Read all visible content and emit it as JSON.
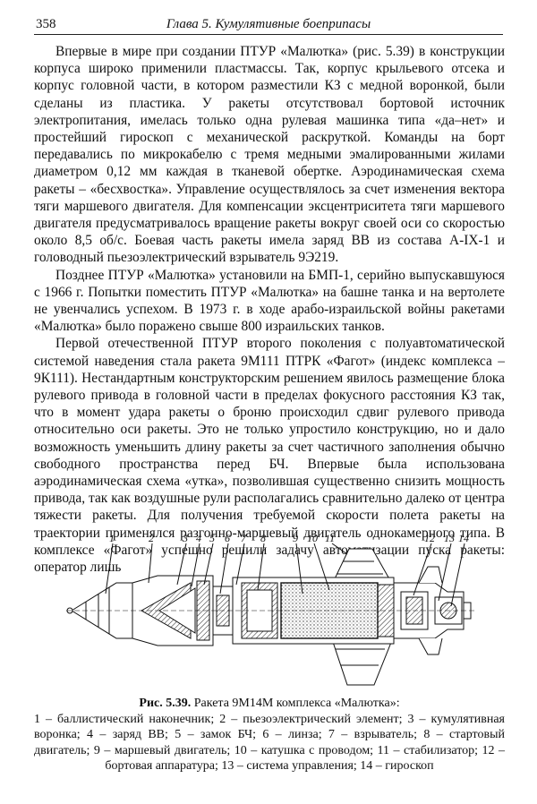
{
  "header": {
    "page_number": "358",
    "chapter": "Глава 5. Кумулятивные боеприпасы"
  },
  "paragraphs": [
    "Впервые в мире при создании ПТУР «Малютка» (рис. 5.39) в конструкции корпуса широко применили пластмассы. Так, корпус крыльевого отсека и корпус головной части, в котором разместили КЗ с медной воронкой, были сделаны из пластика. У ракеты отсутствовал бортовой источник электропитания, имелась только одна рулевая машинка типа «да–нет» и простейший гироскоп с механической раскруткой. Команды на борт передавались по микрокабелю с тремя медными эмалированными жилами диаметром 0,12 мм каждая в тканевой обертке. Аэродинамическая схема ракеты – «бесхвостка». Управление осуществлялось за счет изменения вектора тяги маршевого двигателя. Для компенсации эксцентриситета тяги маршевого двигателя предусматривалось вращение ракеты вокруг своей оси со скоростью около 8,5 об/с. Боевая часть ракеты имела заряд ВВ из состава А-IX-1 и головодный пьезоэлектрический взрыватель 9Э219.",
    "Позднее ПТУР «Малютка» установили на БМП-1, серийно выпускавшуюся с 1966 г. Попытки поместить ПТУР «Малютка» на башне танка и на вертолете не увенчались успехом. В 1973 г. в ходе арабо-израильской войны ракетами «Малютка» было поражено свыше 800 израильских танков.",
    "Первой отечественной ПТУР второго поколения с полуавтоматической системой наведения стала ракета 9М111 ПТРК «Фагот» (индекс комплекса – 9К111). Нестандартным конструкторским решением явилось размещение блока рулевого привода в головной части в пределах фокусного расстояния КЗ так, что в момент удара ракеты о броню происходил сдвиг рулевого привода относительно оси ракеты. Это не только упростило конструкцию, но и дало возможность уменьшить длину ракеты за счет частичного заполнения обычно свободного пространства перед БЧ. Впервые была использована аэродинамическая схема «утка», позволившая существенно снизить мощность привода, так как воздушные рули располагались сравнительно далеко от центра тяжести ракеты. Для получения требуемой скорости полета ракеты на траектории применялся разгонно-маршевый двигатель однокамерного типа. В комплексе «Фагот» успешно решили задачу автоматизации пуска ракеты: оператор лишь"
  ],
  "figure": {
    "labels": [
      "1",
      "2",
      "3",
      "4",
      "5",
      "6",
      "7",
      "8",
      "9",
      "10",
      "11",
      "12",
      "13",
      "14"
    ],
    "caption_title": "Рис. 5.39.",
    "caption_text": " Ракета 9М14М комплекса «Малютка»:",
    "legend": "1 – баллистический наконечник; 2 – пьезоэлектрический элемент; 3 – кумулятивная воронка; 4 – заряд ВВ; 5 – замок БЧ; 6 – линза; 7 – взрыватель; 8 – стартовый двигатель; 9 – маршевый двигатель; 10 – катушка с проводом; 11 – стабилизатор; 12 – бортовая аппаратура; 13 – система управления; 14 – гироскоп"
  }
}
